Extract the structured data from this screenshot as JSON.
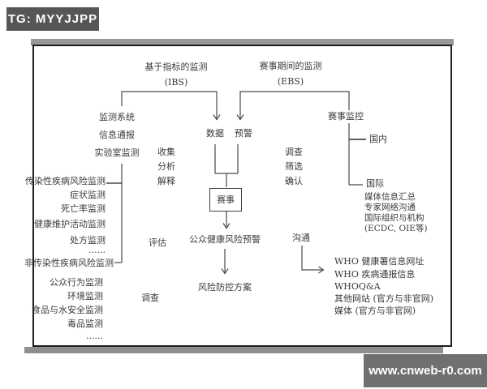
{
  "watermark_top": {
    "label": "TG: MYYJJPP",
    "bg_color": "#565656"
  },
  "watermark_bottom": {
    "label": "www.cnweb-r0.com",
    "bg_color": "#707070"
  },
  "colors": {
    "frame_border": "#1d1d1d",
    "frame_bars": "#8f8f8f",
    "line": "#4a4a4a",
    "text": "#3a3a3a"
  },
  "diagram": {
    "ibs_title": "基于指标的监测",
    "ibs_abbr": "(IBS)",
    "ebs_title": "赛事期间的监测",
    "ebs_abbr": "(EBS)",
    "sources": [
      "监测系统",
      "信息通报",
      "实验室监测"
    ],
    "left_list": [
      "传染性疾病风险监测",
      "症状监测",
      "死亡率监测",
      "健康维护活动监测",
      "处方监测",
      "......",
      "非传染性疾病风险监测",
      "公众行为监测",
      "环境监测",
      "食品与水安全监测",
      "毒品监测",
      "......"
    ],
    "process_left": [
      "收集",
      "分析",
      "解释"
    ],
    "assess": "评估",
    "investigate_left": "调查",
    "data_label": "数据",
    "alert_label": "预警",
    "event_box": "赛事",
    "public_health_alert": "公众健康风险预警",
    "risk_plan": "风险防控方案",
    "process_right": [
      "调查",
      "筛选",
      "确认"
    ],
    "communicate": "沟通",
    "event_monitor": "赛事监控",
    "domestic": "国内",
    "international": "国际",
    "international_items": [
      "媒体信息汇总",
      "专家网络沟通",
      "国际组织与机构",
      "(ECDC, OIE等)"
    ],
    "who_items": [
      "WHO 健康署信息网址",
      "WHO 疾病通报信息",
      "WHOQ&A",
      "其他网站 (官方与非官网)",
      "媒体 (官方与非官网)"
    ]
  }
}
